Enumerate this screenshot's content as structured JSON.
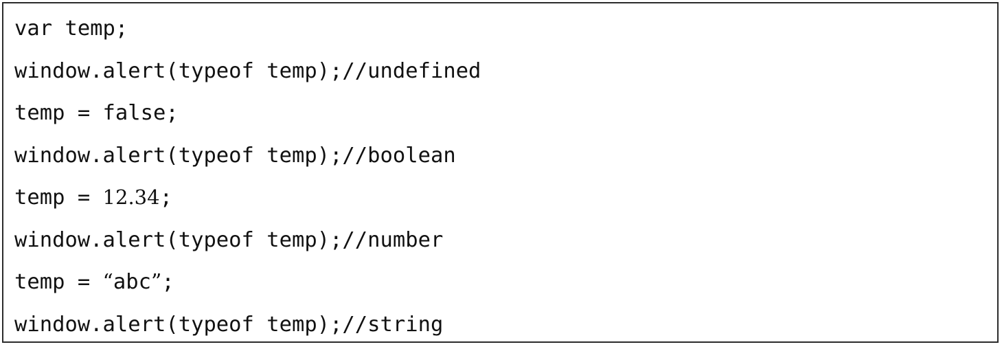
{
  "code_block": {
    "language": "javascript",
    "background_color": "#ffffff",
    "text_color": "#111111",
    "border_color": "#2b2b2b",
    "lines": [
      {
        "id": "line-1",
        "text": "var temp;",
        "segments": [
          {
            "kind": "mono",
            "text": "var temp;"
          }
        ]
      },
      {
        "id": "line-2",
        "text": "window.alert(typeof temp);//undefined",
        "segments": [
          {
            "kind": "mono",
            "text": "window.alert(typeof temp);//undefined"
          }
        ]
      },
      {
        "id": "line-3",
        "text": "temp = false;",
        "segments": [
          {
            "kind": "mono",
            "text": "temp = false;"
          }
        ]
      },
      {
        "id": "line-4",
        "text": "window.alert(typeof temp);//boolean",
        "segments": [
          {
            "kind": "mono",
            "text": "window.alert(typeof temp);//boolean"
          }
        ]
      },
      {
        "id": "line-5",
        "text": "temp = 12.34;",
        "segments": [
          {
            "kind": "mono",
            "text": "temp = "
          },
          {
            "kind": "serif",
            "text": "12.34"
          },
          {
            "kind": "mono",
            "text": ";"
          }
        ]
      },
      {
        "id": "line-6",
        "text": "window.alert(typeof temp);//number",
        "segments": [
          {
            "kind": "mono",
            "text": "window.alert(typeof temp);//number"
          }
        ]
      },
      {
        "id": "line-7",
        "text": "temp = “abc”;",
        "segments": [
          {
            "kind": "mono",
            "text": "temp = "
          },
          {
            "kind": "quote",
            "text": "“"
          },
          {
            "kind": "mono",
            "text": "abc"
          },
          {
            "kind": "quote",
            "text": "”"
          },
          {
            "kind": "mono",
            "text": ";"
          }
        ]
      },
      {
        "id": "line-8",
        "text": "window.alert(typeof temp);//string",
        "segments": [
          {
            "kind": "mono",
            "text": "window.alert(typeof temp);//string"
          }
        ]
      }
    ]
  }
}
